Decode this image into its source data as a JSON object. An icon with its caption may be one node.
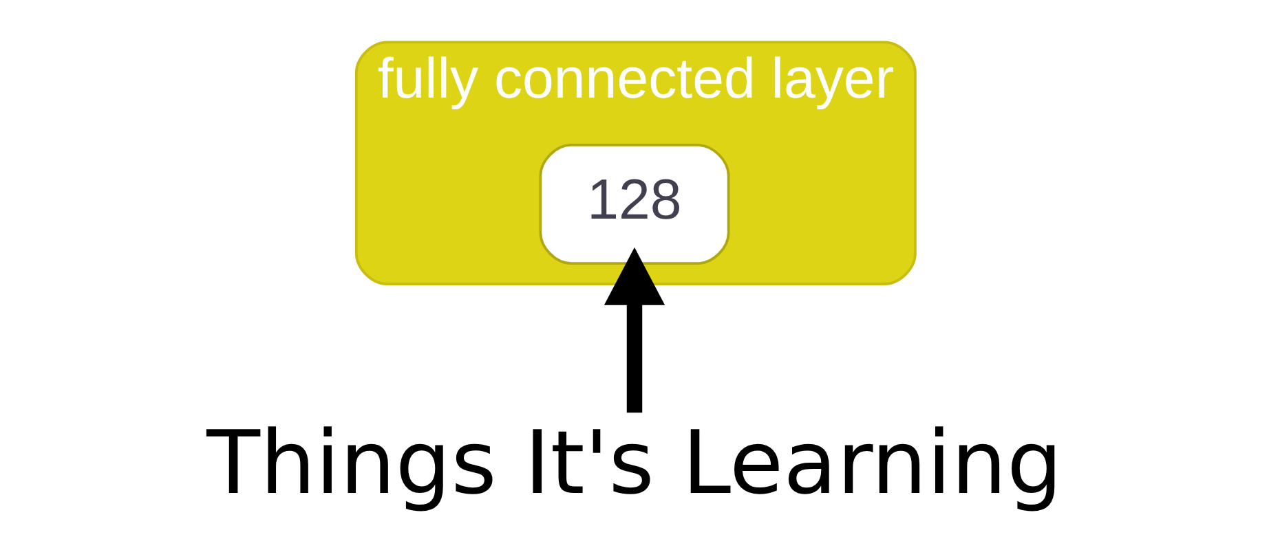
{
  "diagram": {
    "nodes": [
      {
        "text": [
          "fully connected layer"
        ]
      },
      {
        "text": [
          "128"
        ],
        "in": 0
      },
      {
        "text": [
          "Things It's Learning"
        ]
      }
    ],
    "edges": [
      {
        "from": 2,
        "to": 1,
        "arrow": "to"
      }
    ]
  }
}
